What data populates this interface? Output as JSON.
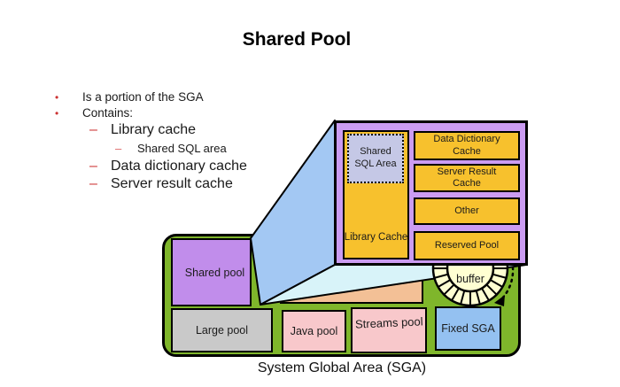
{
  "palette": {
    "green": "#7fb62b",
    "purple": "#c18deb",
    "purplezoom": "#cb9cf2",
    "gold": "#f7c12d",
    "lav": "#c5c8e6",
    "peach": "#f3c096",
    "pink": "#f8c8cb",
    "gray": "#c9c9c9",
    "bluebox": "#94c1f1",
    "beamblue": "#a3c8f3",
    "beamcyan": "#d8f3f9",
    "wheel": "#ffffd2",
    "red": "#cc3333",
    "dashred": "#dd6666",
    "ink": "#141414"
  },
  "title": "Shared Pool",
  "bullets": {
    "bullet_glyph": "•",
    "dash_glyph": "–",
    "item1": "Is a portion of the SGA",
    "item2": "Contains:",
    "sub1": "Library cache",
    "sub1a": "Shared SQL area",
    "sub2": "Data dictionary cache",
    "sub3": "Server result cache"
  },
  "diagram": {
    "sga_label": "System Global Area (SGA)",
    "shared_pool": "Shared pool",
    "large_pool": "Large pool",
    "java_pool": "Java pool",
    "streams_pool": "Streams pool",
    "fixed_sga": "Fixed SGA",
    "buffer_label": "buffer",
    "zoom": {
      "library_cache": "Library Cache",
      "shared_sql_area": "Shared SQL Area",
      "items": [
        "Data Dictionary Cache",
        "Server Result Cache",
        "Other",
        "Reserved Pool"
      ]
    }
  }
}
